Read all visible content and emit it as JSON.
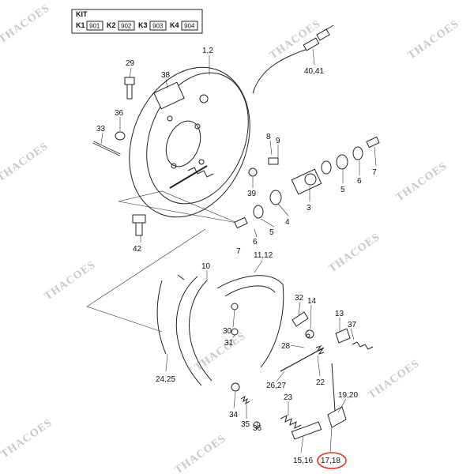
{
  "kit": {
    "title": "KIT",
    "items": [
      {
        "key": "K1",
        "num": "901"
      },
      {
        "key": "K2",
        "num": "902"
      },
      {
        "key": "K3",
        "num": "903"
      },
      {
        "key": "K4",
        "num": "904"
      }
    ]
  },
  "watermark": "THACOES",
  "labels": {
    "l12": "1,2",
    "l29": "29",
    "l38": "38",
    "l36": "36",
    "l33": "33",
    "l4041": "40,41",
    "l8": "8",
    "l9": "9",
    "l7a": "7",
    "l7b": "7",
    "l5a": "5",
    "l6a": "6",
    "l39": "39",
    "l3": "3",
    "l4a": "4",
    "l5b": "5",
    "l6b": "6",
    "l42": "42",
    "l10": "10",
    "l1112": "11,12",
    "l32": "32",
    "l14": "14",
    "l13": "13",
    "l37": "37",
    "l30": "30",
    "l31": "31",
    "l28": "28",
    "l2425": "24,25",
    "l2627": "26,27",
    "l22": "22",
    "l23": "23",
    "l1920": "19,20",
    "l34": "34",
    "l35": "35",
    "l36b": "36",
    "l1516": "15,16",
    "l1718": "17,18"
  },
  "highlight": {
    "part": "17,18",
    "color": "#e03020"
  }
}
